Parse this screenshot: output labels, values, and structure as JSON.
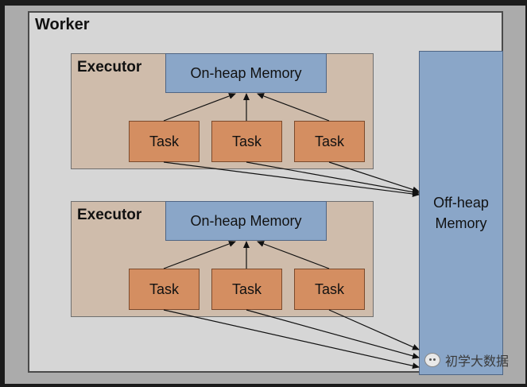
{
  "worker": {
    "label": "Worker"
  },
  "executors": [
    {
      "label": "Executor",
      "memory_label": "On-heap Memory",
      "tasks": [
        "Task",
        "Task",
        "Task"
      ]
    },
    {
      "label": "Executor",
      "memory_label": "On-heap Memory",
      "tasks": [
        "Task",
        "Task",
        "Task"
      ]
    }
  ],
  "offheap": {
    "line1": "Off-heap",
    "line2": "Memory"
  },
  "watermark": {
    "text": "初学大数据",
    "icon": "wechat-icon"
  },
  "colors": {
    "worker_bg": "#d6d6d6",
    "executor_bg": "#cfbcab",
    "memory_bg": "#8aa6c8",
    "task_bg": "#d48e61"
  }
}
